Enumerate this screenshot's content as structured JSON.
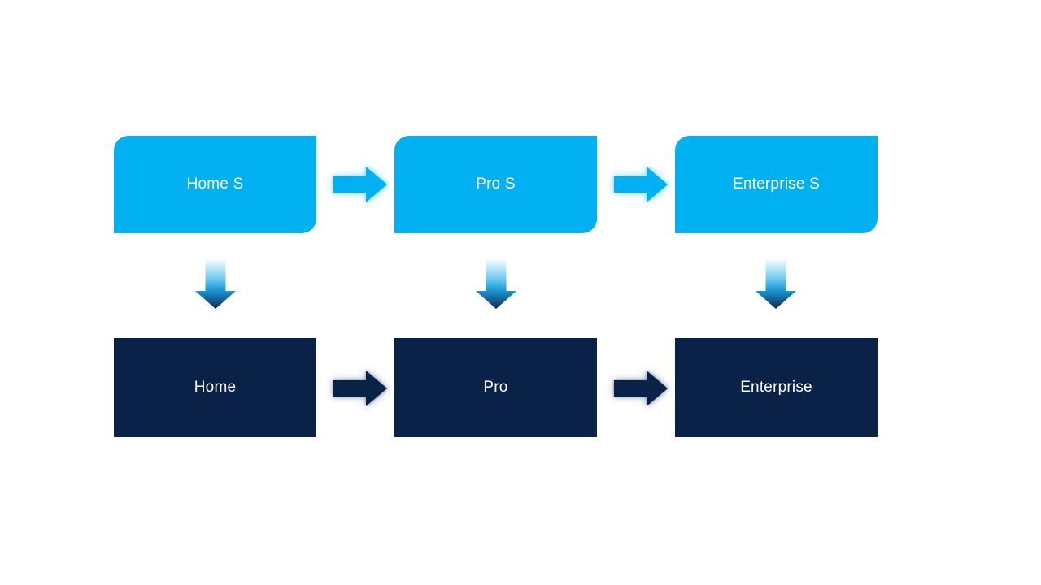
{
  "slide": {
    "background": "#FFFFFF"
  },
  "colors": {
    "top_box_fill": "#00B0F0",
    "bottom_box_fill": "#0A2248",
    "label_text": "#FFFFFF",
    "top_arrow_fill": "#00B0F0",
    "top_arrow_glow": "#78D7F8",
    "bottom_arrow_fill": "#0A2248",
    "bottom_arrow_glow": "#607698",
    "down_arrow_gradient": [
      "#FFFFFF",
      "#79CEF4",
      "#1E9CD9",
      "#0F2850"
    ]
  },
  "diagram": {
    "columns": [
      {
        "top_label": "Home S",
        "bottom_label": "Home"
      },
      {
        "top_label": "Pro S",
        "bottom_label": "Pro"
      },
      {
        "top_label": "Enterprise S",
        "bottom_label": "Enterprise"
      }
    ]
  }
}
